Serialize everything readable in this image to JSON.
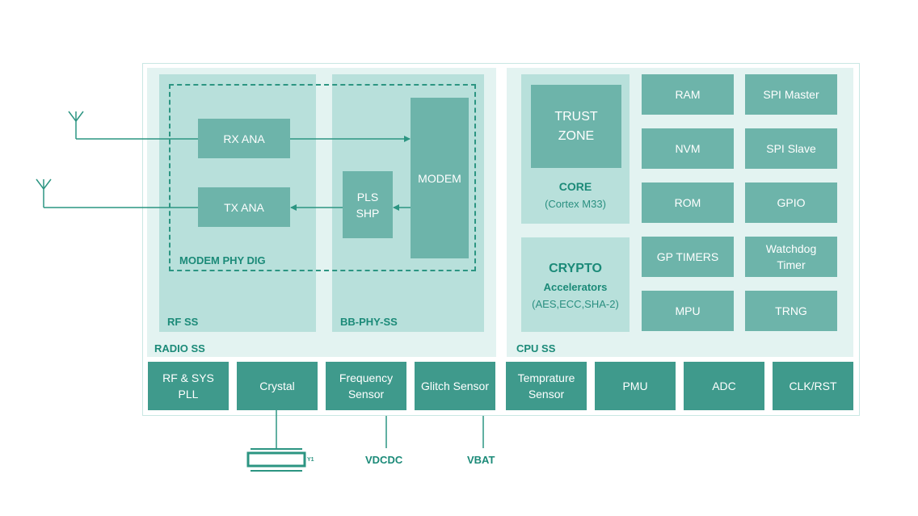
{
  "radio": {
    "title": "RADIO SS",
    "rf_ss": "RF SS",
    "bb_phy_ss": "BB-PHY-SS",
    "modem_phy_dig": "MODEM PHY DIG",
    "rx_ana": "RX ANA",
    "tx_ana": "TX ANA",
    "pls_shp": "PLS\nSHP",
    "modem": "MODEM"
  },
  "cpu": {
    "title": "CPU SS",
    "trust_zone": "TRUST\nZONE",
    "core": "CORE",
    "core_sub": "(Cortex M33)",
    "crypto": "CRYPTO",
    "crypto_acc": "Accelerators",
    "crypto_sub": "(AES,ECC,SHA-2)",
    "blocks": [
      "RAM",
      "SPI Master",
      "NVM",
      "SPI Slave",
      "ROM",
      "GPIO",
      "GP TIMERS",
      "Watchdog\nTimer",
      "MPU",
      "TRNG"
    ]
  },
  "bottom": {
    "blocks": [
      "RF & SYS\nPLL",
      "Crystal",
      "Frequency\nSensor",
      "Glitch Sensor",
      "Temprature\nSensor",
      "PMU",
      "ADC",
      "CLK/RST"
    ]
  },
  "external": {
    "crystal_ref": "Y1",
    "vdcdc": "VDCDC",
    "vbat": "VBAT"
  },
  "colors": {
    "panel": "#e3f3f1",
    "subpanel": "#b8e0db",
    "block": "#6db4aa",
    "bottom_block": "#3f9a8c",
    "label": "#1b8a78"
  }
}
